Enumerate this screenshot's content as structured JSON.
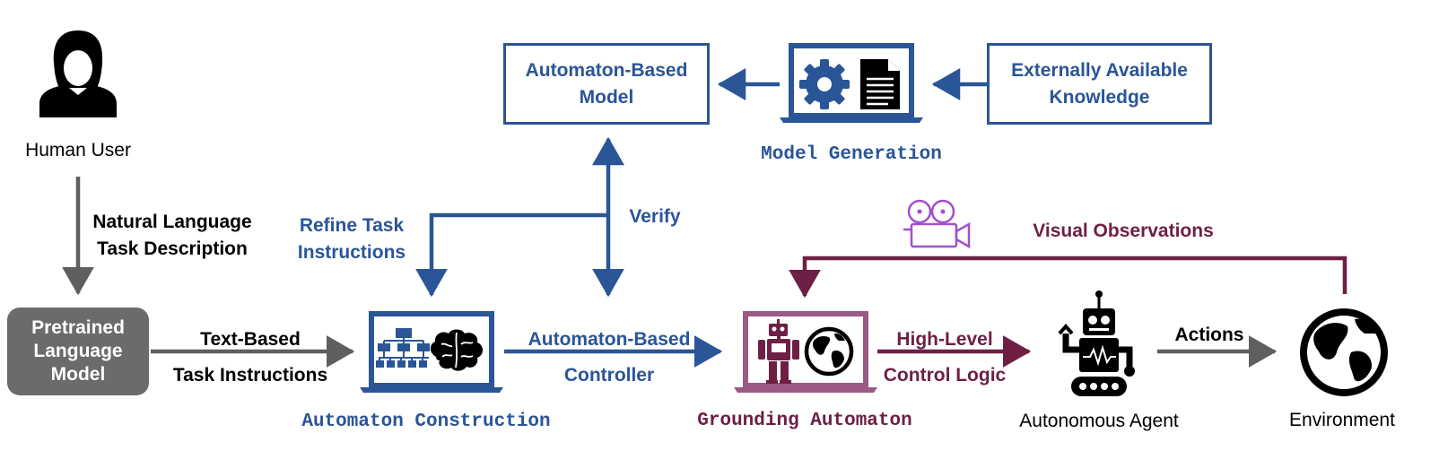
{
  "nodes": {
    "human_user": "Human User",
    "plm": [
      "Pretrained",
      "Language",
      "Model"
    ],
    "automaton_model": [
      "Automaton-Based",
      "Model"
    ],
    "external_knowledge": [
      "Externally Available",
      "Knowledge"
    ],
    "model_generation": "Model Generation",
    "automaton_construction": "Automaton Construction",
    "grounding_automaton": "Grounding Automaton",
    "autonomous_agent": "Autonomous Agent",
    "environment": "Environment"
  },
  "edges": {
    "nl_task": [
      "Natural Language",
      "Task Description"
    ],
    "text_based": [
      "Text-Based",
      "Task Instructions"
    ],
    "refine": [
      "Refine Task",
      "Instructions"
    ],
    "verify": "Verify",
    "controller": [
      "Automaton-Based",
      "Controller"
    ],
    "high_level": [
      "High-Level",
      "Control Logic"
    ],
    "actions": "Actions",
    "visual": "Visual Observations"
  },
  "icons": [
    "person-icon",
    "gear-icon",
    "document-icon",
    "laptop-icon",
    "hierarchy-icon",
    "brain-icon",
    "robot-icon",
    "globe-icon",
    "camera-icon"
  ],
  "colors": {
    "blue": "#2a5597",
    "maroon": "#6e1f46",
    "grey": "#5f5f5f",
    "plum": "#9b5a84",
    "camera": "#a24fd0"
  }
}
